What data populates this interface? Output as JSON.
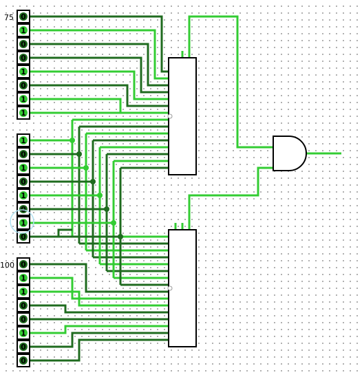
{
  "colors": {
    "wire_on": "#33cc33",
    "wire_off": "#1f6b1f",
    "outline": "#000000",
    "background": "#ffffff"
  },
  "inputs": {
    "a": {
      "label": "75",
      "bits": [
        "0",
        "1",
        "0",
        "0",
        "1",
        "0",
        "1",
        "1"
      ]
    },
    "b": {
      "label": "",
      "bits": [
        "1",
        "0",
        "1",
        "0",
        "1",
        "0",
        "1",
        "0"
      ]
    },
    "c": {
      "label": "100",
      "bits": [
        "0",
        "1",
        "1",
        "0",
        "0",
        "1",
        "0",
        "0"
      ]
    }
  },
  "components": {
    "comparator_top": "comparator",
    "comparator_bottom": "comparator",
    "and_gate": "and-gate"
  }
}
